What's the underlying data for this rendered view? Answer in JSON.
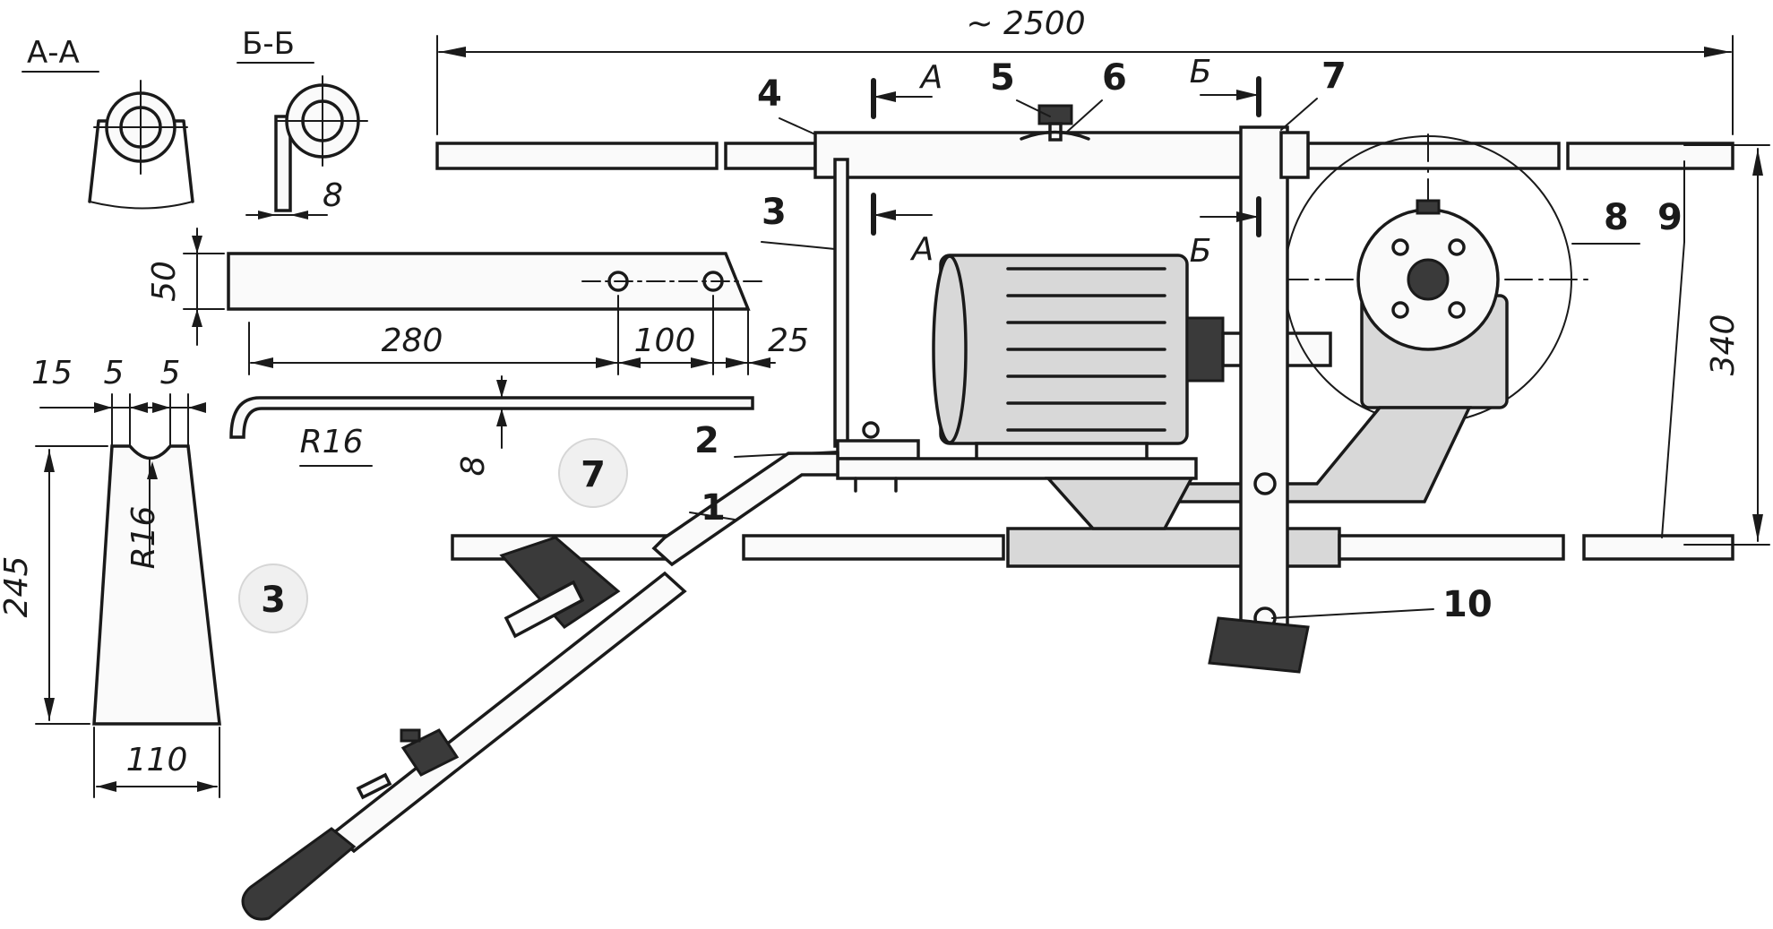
{
  "section_labels": {
    "a_a": "А-А",
    "b_b": "Б-Б",
    "a_top": "А",
    "a_bottom": "А",
    "b_top": "Б",
    "b_bottom": "Б"
  },
  "dimensions": {
    "overall_length": "~ 2500",
    "plate_height": "50",
    "plate_length": "280",
    "hole_spacing": "100",
    "end_offset": "25",
    "wall_thickness": "8",
    "profile_15": "15",
    "profile_5a": "5",
    "profile_5b": "5",
    "bend_radius_top": "R16",
    "bar_thickness": "8",
    "support_height": "245",
    "support_radius": "R16",
    "support_base": "110",
    "frame_height": "340"
  },
  "part_numbers": {
    "p1": "1",
    "p2": "2",
    "p3": "3",
    "p4": "4",
    "p5": "5",
    "p6": "6",
    "p7": "7",
    "p8": "8",
    "p9": "9",
    "p10": "10",
    "circled_7": "7",
    "circled_3": "3"
  }
}
